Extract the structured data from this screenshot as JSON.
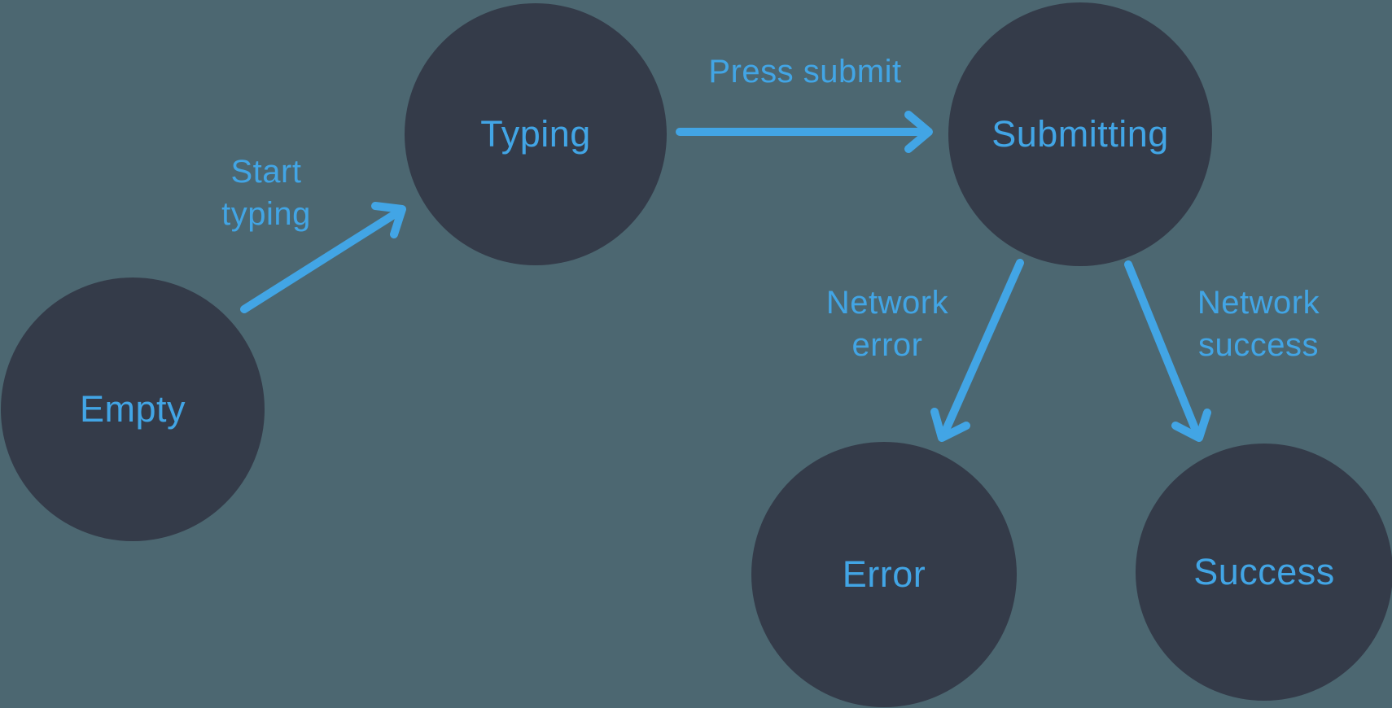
{
  "diagram": {
    "type": "state-machine",
    "colors": {
      "background": "#4C6771",
      "node_fill": "#343B49",
      "accent_blue": "#42A5E5"
    },
    "nodes": [
      {
        "id": "empty",
        "label": "Empty"
      },
      {
        "id": "typing",
        "label": "Typing"
      },
      {
        "id": "submitting",
        "label": "Submitting"
      },
      {
        "id": "error",
        "label": "Error"
      },
      {
        "id": "success",
        "label": "Success"
      }
    ],
    "edges": [
      {
        "id": "start-typing",
        "from": "Empty",
        "to": "Typing",
        "label_lines": [
          "Start",
          "typing"
        ]
      },
      {
        "id": "press-submit",
        "from": "Typing",
        "to": "Submitting",
        "label_lines": [
          "Press submit"
        ]
      },
      {
        "id": "network-error",
        "from": "Submitting",
        "to": "Error",
        "label_lines": [
          "Network",
          "error"
        ]
      },
      {
        "id": "network-success",
        "from": "Submitting",
        "to": "Success",
        "label_lines": [
          "Network",
          "success"
        ]
      }
    ]
  }
}
